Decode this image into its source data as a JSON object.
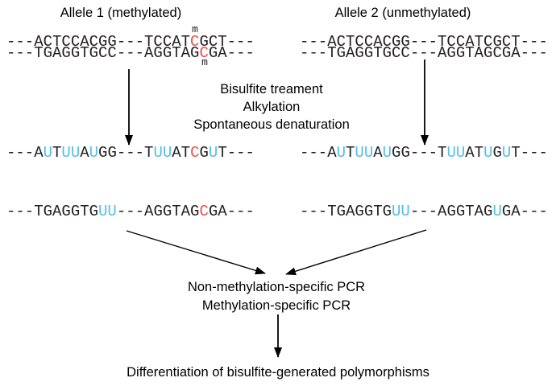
{
  "colors": {
    "base": "#231f20",
    "label": "#000000",
    "blue": "#53bdea",
    "red": "#ee4f4f"
  },
  "allele1": {
    "title": "Allele 1 (methylated)",
    "m_top": "m",
    "m_bottom": "m",
    "strand_top": [
      {
        "t": "---ACTCCACGG---TCCAT"
      },
      {
        "t": "C",
        "c": "red"
      },
      {
        "t": "GCT---"
      }
    ],
    "strand_bottom": [
      {
        "t": "---TGAGGTGCC---AGGTAG"
      },
      {
        "t": "C",
        "c": "red"
      },
      {
        "t": "GA---"
      }
    ]
  },
  "allele2": {
    "title": "Allele 2 (unmethylated)",
    "strand_top": [
      {
        "t": "---ACTCCACGG---TCCATCGCT---"
      }
    ],
    "strand_bottom": [
      {
        "t": "---TGAGGTGCC---AGGTAGCGA---"
      }
    ]
  },
  "treatment_steps": [
    "Bisulfite treament",
    "Alkylation",
    "Spontaneous denaturation"
  ],
  "converted": {
    "allele1_top": [
      {
        "t": "---A"
      },
      {
        "t": "U",
        "c": "blue"
      },
      {
        "t": "T"
      },
      {
        "t": "UU",
        "c": "blue"
      },
      {
        "t": "A"
      },
      {
        "t": "U",
        "c": "blue"
      },
      {
        "t": "GG---T"
      },
      {
        "t": "UU",
        "c": "blue"
      },
      {
        "t": "AT"
      },
      {
        "t": "C",
        "c": "red"
      },
      {
        "t": "G"
      },
      {
        "t": "U",
        "c": "blue"
      },
      {
        "t": "T---"
      }
    ],
    "allele2_top": [
      {
        "t": "---A"
      },
      {
        "t": "U",
        "c": "blue"
      },
      {
        "t": "T"
      },
      {
        "t": "UU",
        "c": "blue"
      },
      {
        "t": "A"
      },
      {
        "t": "U",
        "c": "blue"
      },
      {
        "t": "GG---T"
      },
      {
        "t": "UU",
        "c": "blue"
      },
      {
        "t": "AT"
      },
      {
        "t": "U",
        "c": "blue"
      },
      {
        "t": "G"
      },
      {
        "t": "U",
        "c": "blue"
      },
      {
        "t": "T---"
      }
    ],
    "allele1_bottom": [
      {
        "t": "---TGAGGTG"
      },
      {
        "t": "UU",
        "c": "blue"
      },
      {
        "t": "---AGGTAG"
      },
      {
        "t": "C",
        "c": "red"
      },
      {
        "t": "GA---"
      }
    ],
    "allele2_bottom": [
      {
        "t": "---TGAGGTG"
      },
      {
        "t": "UU",
        "c": "blue"
      },
      {
        "t": "---AGGTAG"
      },
      {
        "t": "U",
        "c": "blue"
      },
      {
        "t": "GA---"
      }
    ]
  },
  "pcr_steps": [
    "Non-methylation-specific PCR",
    "Methylation-specific PCR"
  ],
  "result": "Differentiation of bisulfite-generated polymorphisms"
}
